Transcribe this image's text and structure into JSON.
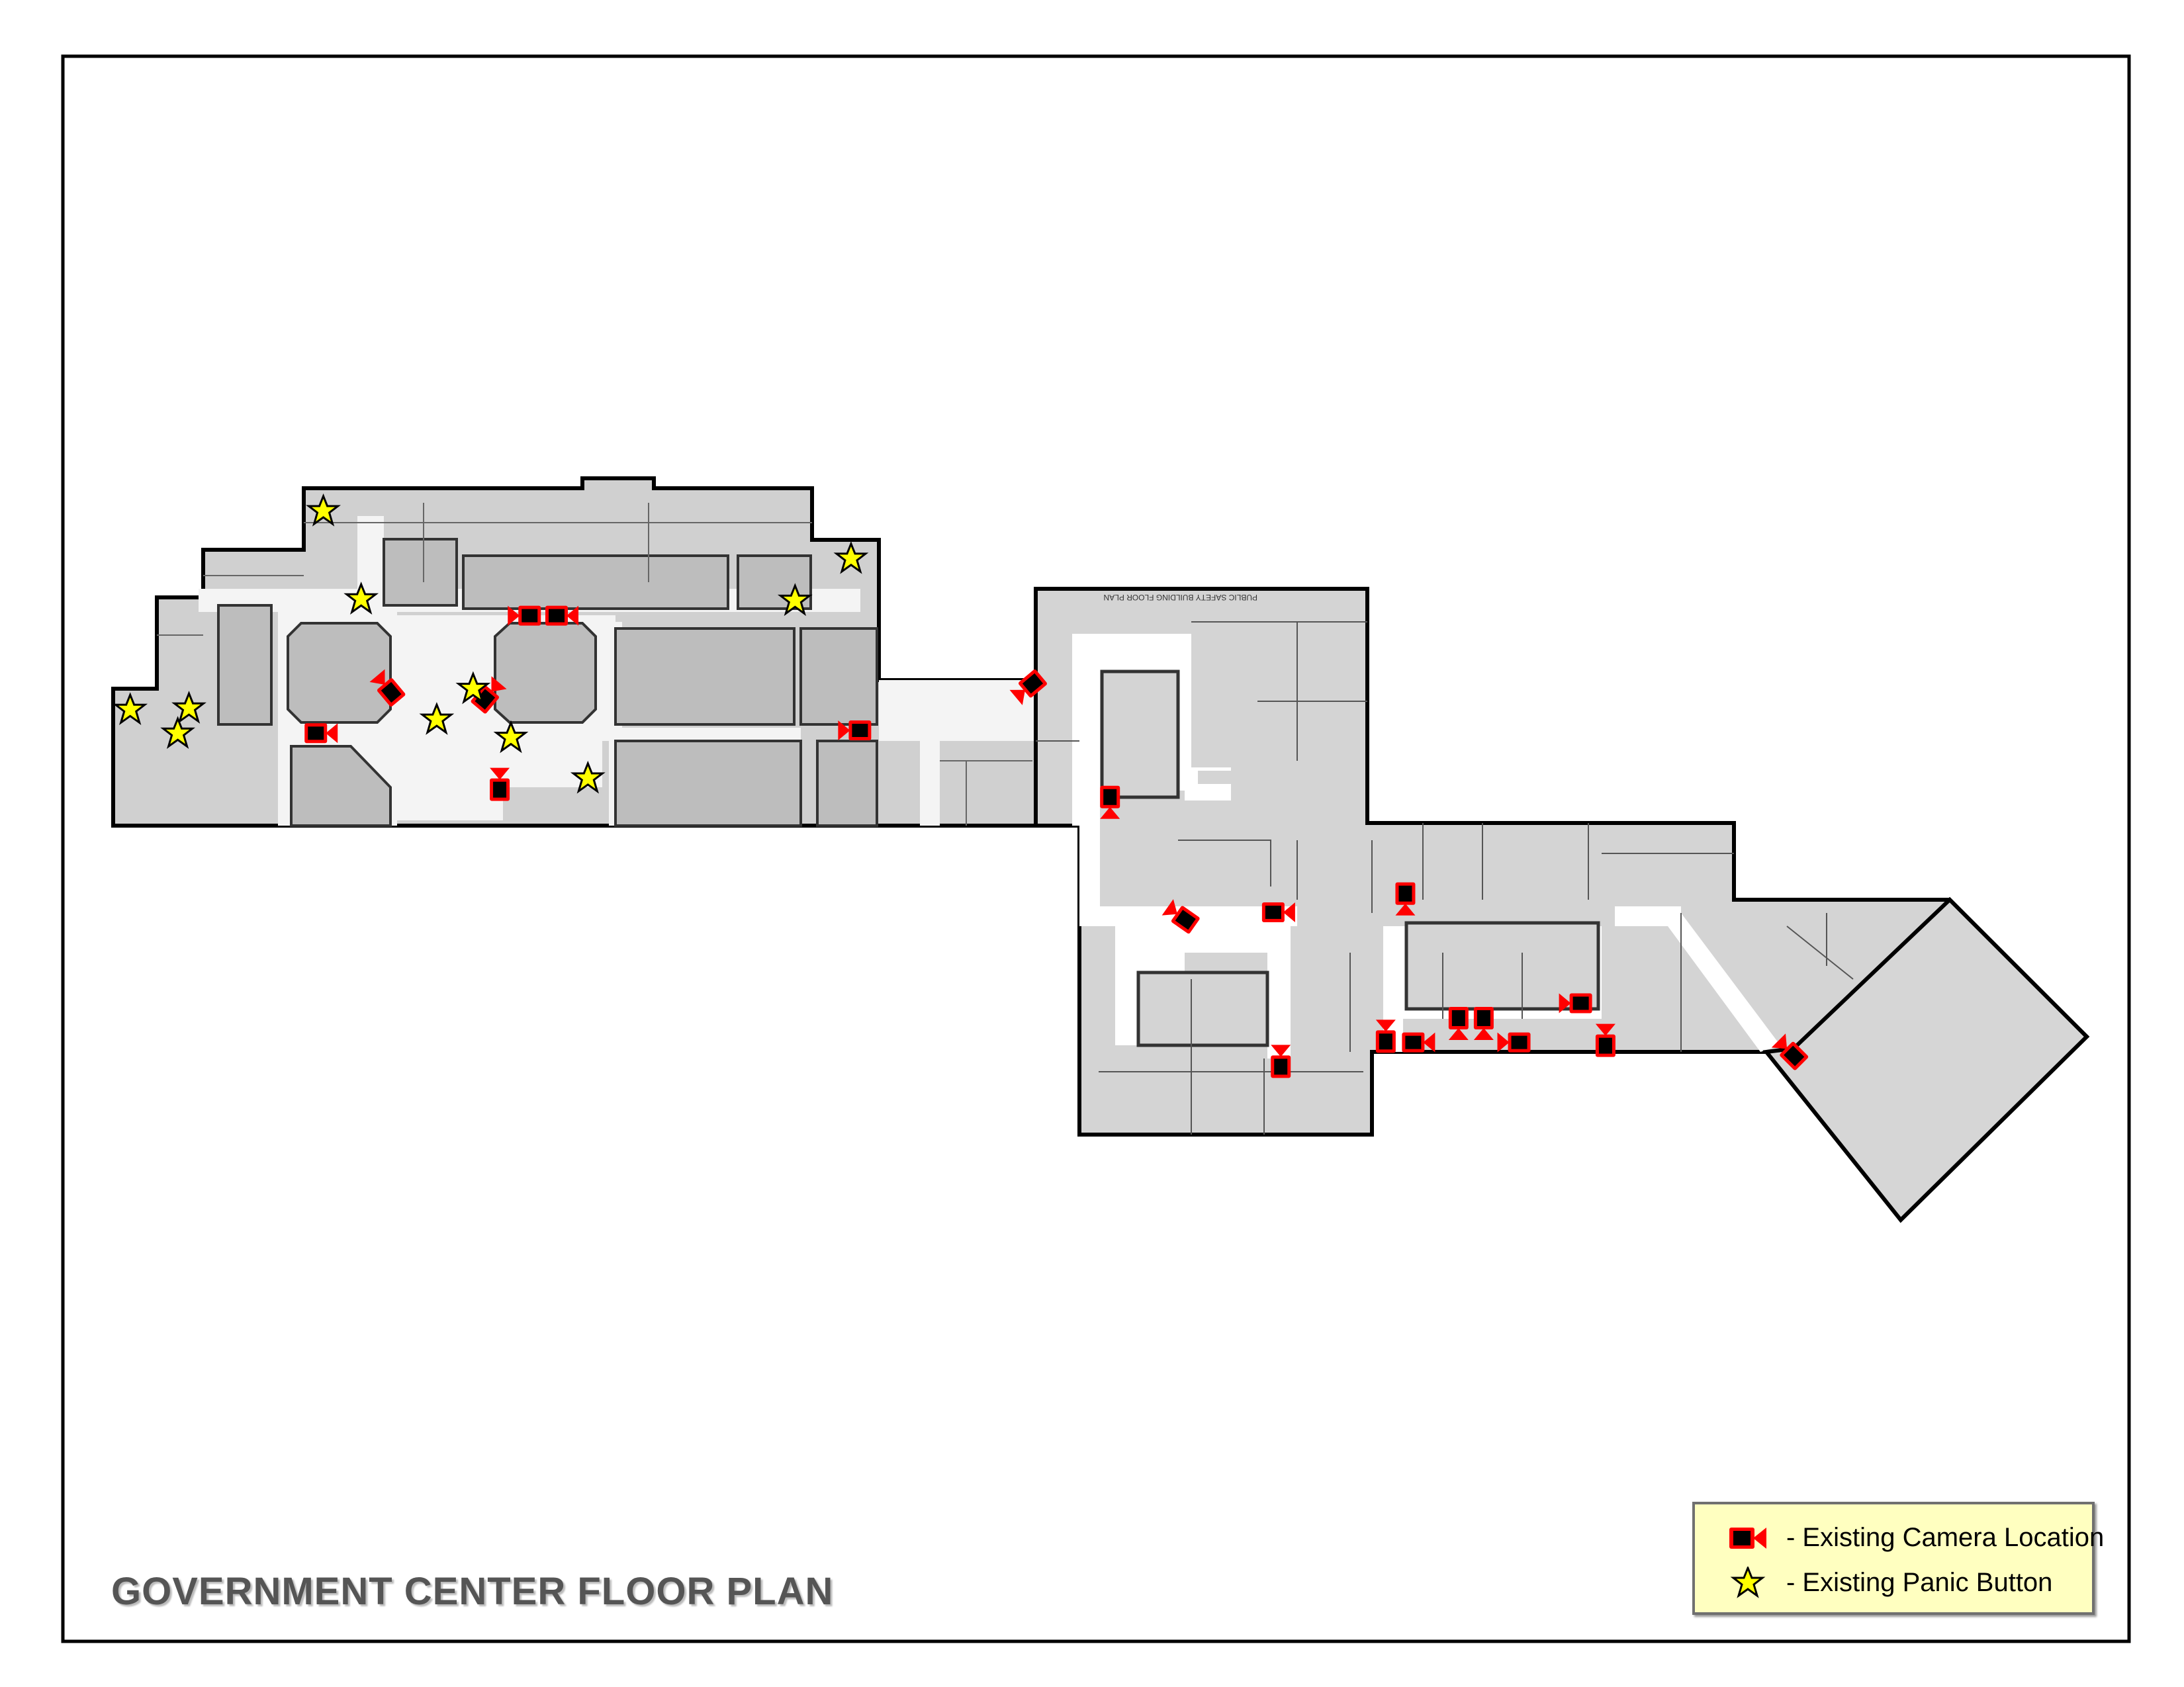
{
  "title": "GOVERNMENT CENTER FLOOR PLAN",
  "legend": {
    "camera_label": "- Existing Camera Location",
    "panic_label": "- Existing Panic Button"
  },
  "colors": {
    "building_fill": "#d4d4d4",
    "corridor": "#ffffff",
    "camera": "#ff0000",
    "panic_button": "#ffff00",
    "legend_bg": "#ffffc0"
  },
  "counts": {
    "cameras": 21,
    "panic_buttons": 11
  }
}
